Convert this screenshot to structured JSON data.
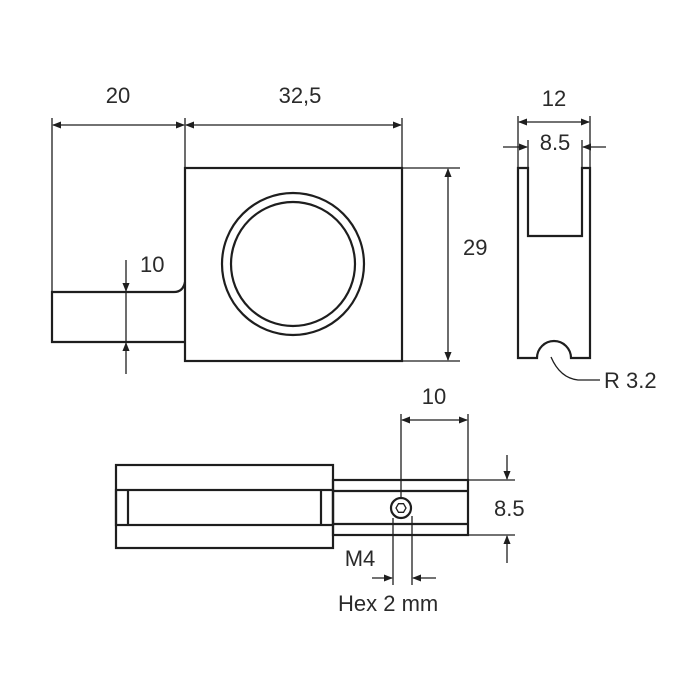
{
  "dimensions": {
    "shaft_length": "20",
    "body_width": "32,5",
    "body_height": "29",
    "shaft_height": "10",
    "side_width": "12",
    "slot_width": "8.5",
    "groove_radius": "R 3.2",
    "bottom_width": "10",
    "bottom_height": "8.5",
    "thread": "M4",
    "hex_key": "Hex 2 mm"
  },
  "colors": {
    "line": "#1e1e1e",
    "text": "#2a2a2a",
    "background": "#ffffff"
  }
}
